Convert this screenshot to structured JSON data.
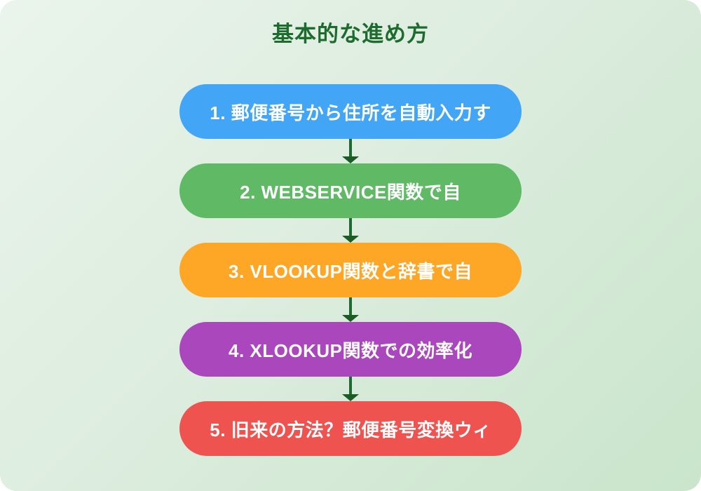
{
  "page": {
    "title": "基本的な進め方",
    "title_color": "#1E6B2F",
    "background_gradient": [
      "#EAF4EC",
      "#C9E5CB"
    ],
    "arrow_color": "#1E6B2F"
  },
  "flow": {
    "steps": [
      {
        "label": "1. 郵便番号から住所を自動入力す",
        "color": "#42A5F5"
      },
      {
        "label": "2. WEBSERVICE関数で自",
        "color": "#5FB965"
      },
      {
        "label": "3. VLOOKUP関数と辞書で自",
        "color": "#FEA726"
      },
      {
        "label": "4. XLOOKUP関数での効率化",
        "color": "#AB47BC"
      },
      {
        "label": "5. 旧来の方法？郵便番号変換ウィ",
        "color": "#EF5350"
      }
    ]
  }
}
